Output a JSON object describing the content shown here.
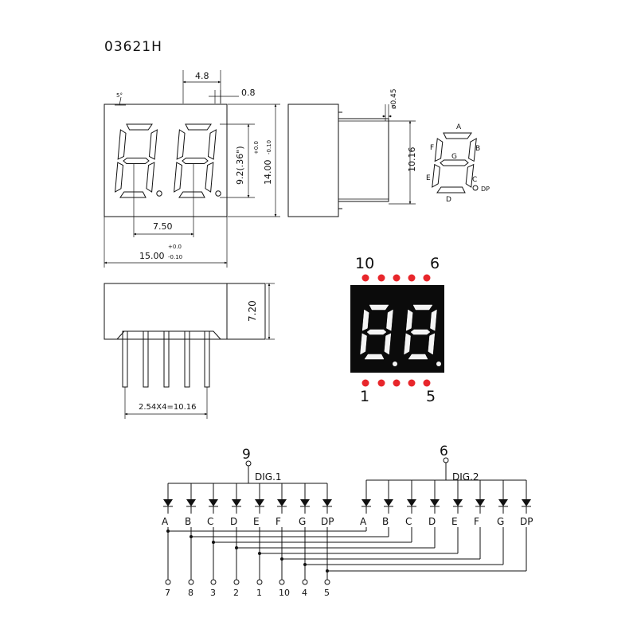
{
  "title": "03621H",
  "front_dims": {
    "angle": "5°",
    "seg_width": "4.8",
    "seg_thick": "0.8",
    "digit_height": "9.2(.36\")",
    "digit_height_tol_plus": "+0.0",
    "digit_height_tol_minus": "-0.10",
    "body_height": "14.00",
    "pitch": "7.50",
    "body_width": "15.00",
    "body_width_tol_plus": "+0.0",
    "body_width_tol_minus": "-0.10"
  },
  "side_dims": {
    "pin_dia": "ø0.45",
    "pin_span": "10.16"
  },
  "bottom_dims": {
    "depth": "7.20",
    "pin_pitch": "2.54X4=10.16"
  },
  "segment_labels": [
    "A",
    "B",
    "C",
    "D",
    "E",
    "F",
    "G",
    "DP"
  ],
  "pinout": {
    "top_left": "10",
    "top_right": "6",
    "bottom_left": "1",
    "bottom_right": "5",
    "dot_color": "#e8262b",
    "display_color": "#0b0b0b",
    "segment_color": "#f4f4f4"
  },
  "schematic": {
    "common_pin_1": "9",
    "common_pin_2": "6",
    "digit_1": "DIG.1",
    "digit_2": "DIG.2",
    "segments": [
      "A",
      "B",
      "C",
      "D",
      "E",
      "F",
      "G",
      "DP"
    ],
    "pins": [
      "7",
      "8",
      "3",
      "2",
      "1",
      "10",
      "4",
      "5"
    ]
  }
}
